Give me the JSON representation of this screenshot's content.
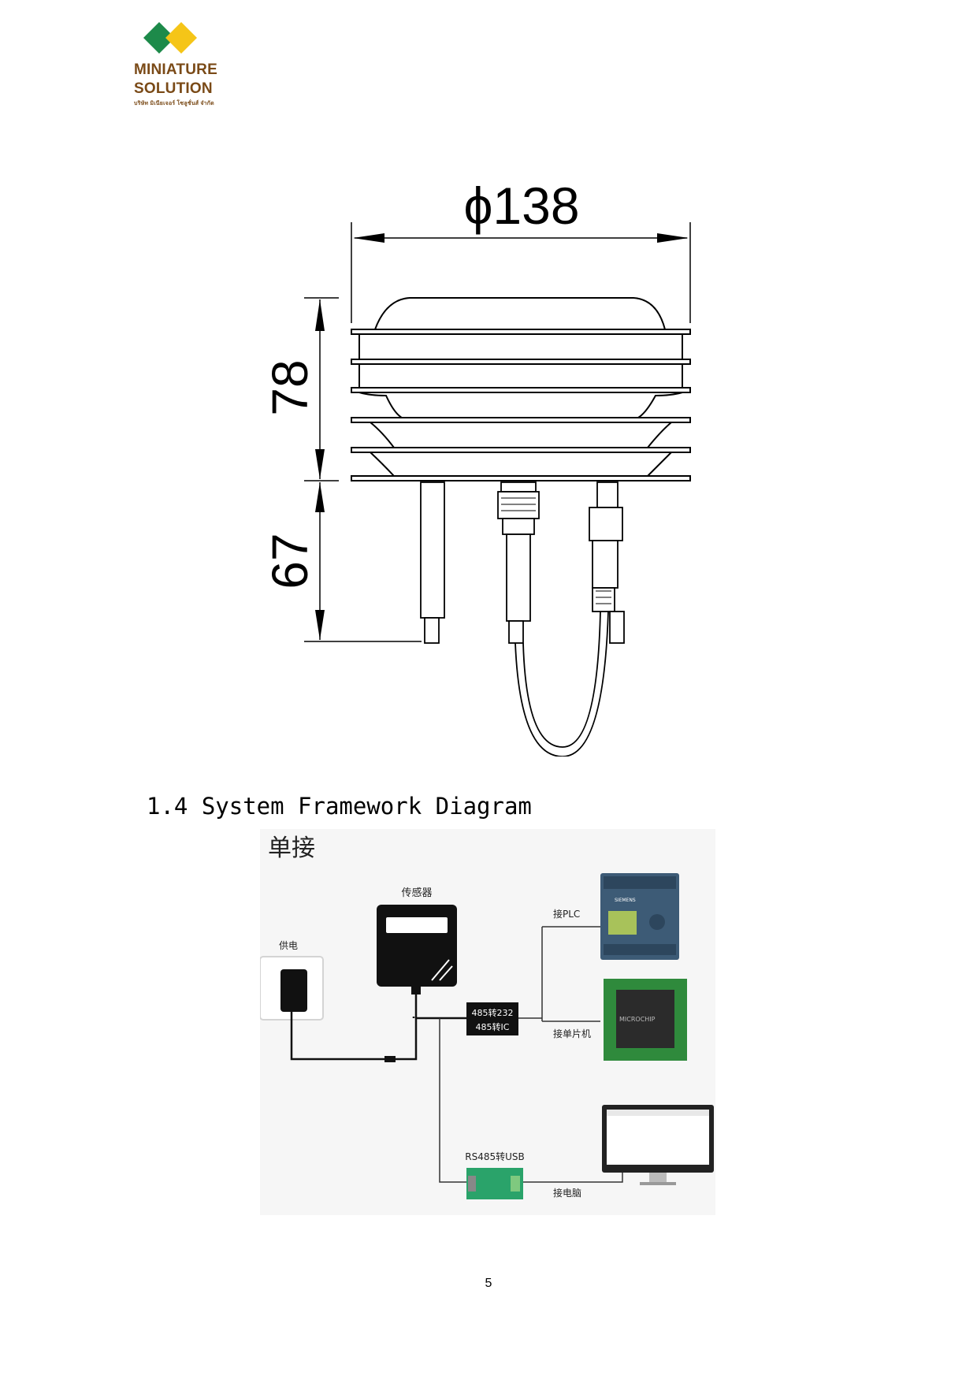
{
  "logo": {
    "line1": "MINIATURE",
    "line2": "SOLUTION",
    "line3": "บริษัท มิเนียเจอร์ โซลูชั่นส์ จำกัด",
    "colors": {
      "green": "#1d8a4a",
      "yellow": "#f5c518",
      "brown": "#7a4a17"
    }
  },
  "dimension_drawing": {
    "diameter_label": "ϕ138",
    "height_label": "78",
    "probe_length_label": "67"
  },
  "section": {
    "heading": "1.4 System Framework Diagram"
  },
  "framework": {
    "title": "单接",
    "sensor_label": "传感器",
    "power_label": "供电",
    "converter_line1": "485转232",
    "converter_line2": "485转IC",
    "plc_label": "接PLC",
    "mcu_label": "接单片机",
    "usb_label": "RS485转USB",
    "pc_label": "接电脑",
    "plc_brand": "SIEMENS",
    "chip_brand": "MICROCHIP"
  },
  "page_number": "5"
}
